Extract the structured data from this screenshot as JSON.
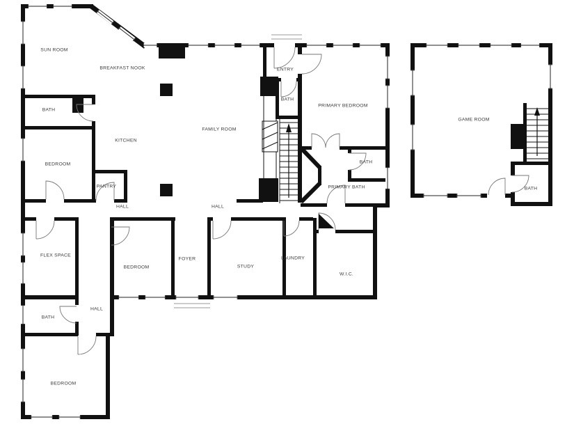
{
  "colors": {
    "wall": "#111111",
    "background": "#ffffff"
  },
  "rooms": {
    "sun_room": {
      "label": "SUN ROOM"
    },
    "breakfast_nook": {
      "label": "BREAKFAST NOOK"
    },
    "bath_1": {
      "label": "BATH"
    },
    "kitchen": {
      "label": "KITCHEN"
    },
    "bedroom_1": {
      "label": "BEDROOM"
    },
    "family_room": {
      "label": "FAMILY ROOM"
    },
    "entry": {
      "label": "ENTRY"
    },
    "bath_2": {
      "label": "BATH"
    },
    "primary_bedroom": {
      "label": "PRIMARY BEDROOM"
    },
    "bath_3": {
      "label": "BATH"
    },
    "primary_bath": {
      "label": "PRIMARY BATH"
    },
    "pantry": {
      "label": "PANTRY"
    },
    "hall_1": {
      "label": "HALL"
    },
    "hall_2": {
      "label": "HALL"
    },
    "flex_space": {
      "label": "FLEX SPACE"
    },
    "bedroom_2": {
      "label": "BEDROOM"
    },
    "foyer": {
      "label": "FOYER"
    },
    "study": {
      "label": "STUDY"
    },
    "laundry": {
      "label": "LAUNDRY"
    },
    "wic": {
      "label": "W.I.C."
    },
    "hall_3": {
      "label": "HALL"
    },
    "bath_4": {
      "label": "BATH"
    },
    "bedroom_3": {
      "label": "BEDROOM"
    },
    "game_room": {
      "label": "GAME ROOM"
    },
    "bath_5": {
      "label": "BATH"
    }
  }
}
